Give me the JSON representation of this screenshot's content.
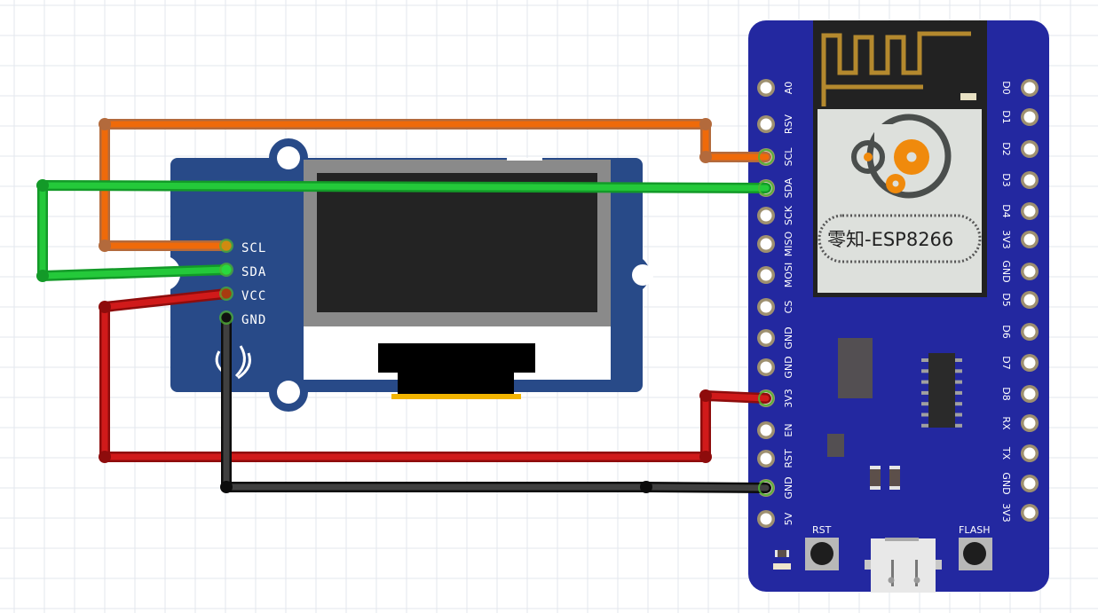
{
  "canvas": {
    "background": "#ffffff",
    "grid_color": "#e3e7ee"
  },
  "colors": {
    "esp_board": "#2328a0",
    "oled_board": "#284a88",
    "pin_ring": "#9e9070",
    "module_shield": "#222222",
    "module_can": "#dde0dc",
    "antenna": "#b4892e",
    "logo_dark": "#4a4e4c",
    "logo_orange": "#f08a0c"
  },
  "oled_module": {
    "name": "OLED display",
    "pins": [
      {
        "label": "SCL",
        "connected": true
      },
      {
        "label": "SDA",
        "connected": true
      },
      {
        "label": "VCC",
        "connected": true
      },
      {
        "label": "GND",
        "connected": true
      }
    ]
  },
  "esp_board": {
    "brand_text": "零知-ESP8266",
    "left_pins": [
      "A0",
      "RSV",
      "SCL",
      "SDA",
      "SCK",
      "MISO",
      "MOSI",
      "CS",
      "GND",
      "GND",
      "3V3",
      "EN",
      "RST",
      "GND",
      "5V"
    ],
    "right_pins": [
      "D0",
      "D1",
      "D2",
      "D3",
      "D4",
      "3V3",
      "GND",
      "D5",
      "D6",
      "D7",
      "D8",
      "RX",
      "TX",
      "GND",
      "3V3"
    ],
    "buttons": [
      {
        "label": "RST"
      },
      {
        "label": "FLASH"
      }
    ]
  },
  "wires": [
    {
      "name": "scl-wire",
      "from": "OLED.SCL",
      "to": "ESP.SCL",
      "color": "#ef6a0a",
      "edge": "#b36a3c"
    },
    {
      "name": "sda-wire",
      "from": "OLED.SDA",
      "to": "ESP.SDA",
      "color": "#24c93a",
      "edge": "#139a28"
    },
    {
      "name": "vcc-wire",
      "from": "OLED.VCC",
      "to": "ESP.3V3",
      "color": "#d01a1a",
      "edge": "#8e0c0c"
    },
    {
      "name": "gnd-wire",
      "from": "OLED.GND",
      "to": "ESP.GND",
      "color": "#404040",
      "edge": "#0c0c0c"
    }
  ]
}
